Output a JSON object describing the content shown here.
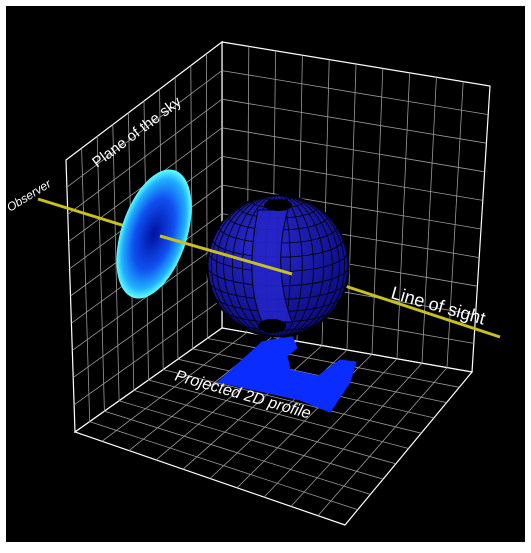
{
  "labels": {
    "observer": "Observer",
    "plane_of_sky": "Plane of the sky",
    "line_of_sight": "Line of sight",
    "projected_profile": "Projected 2D profile"
  },
  "colors": {
    "background": "#000000",
    "frame": "#ffffff",
    "grid": "#9a9a9a",
    "line_of_sight": "#c8c020",
    "sphere_fill": "#1a1ab0",
    "sphere_wire": "#000000",
    "profile_fill": "#0a2cff",
    "plane_edge": "#40f0ff",
    "plane_center": "#0010a0"
  }
}
